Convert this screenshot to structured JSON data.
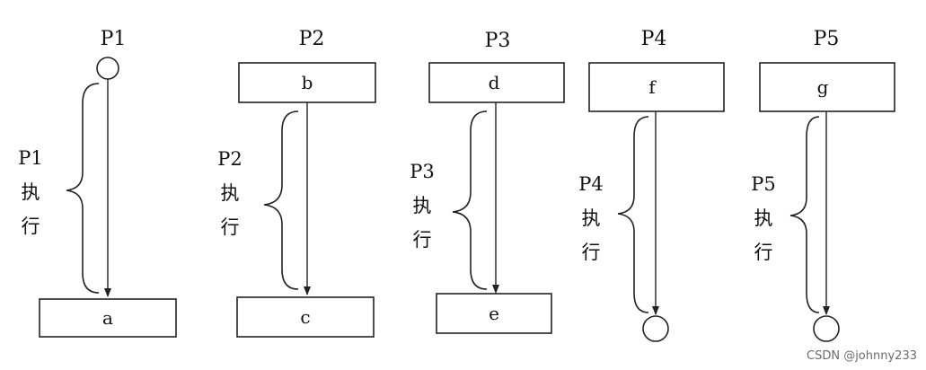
{
  "diagram": {
    "processes": [
      {
        "id": "p1",
        "title": "P1",
        "source": {
          "shape": "circle",
          "label": ""
        },
        "target": {
          "shape": "box",
          "label": "a"
        },
        "exec_label": [
          "P1",
          "执",
          "行"
        ]
      },
      {
        "id": "p2",
        "title": "P2",
        "source": {
          "shape": "box",
          "label": "b"
        },
        "target": {
          "shape": "box",
          "label": "c"
        },
        "exec_label": [
          "P2",
          "执",
          "行"
        ]
      },
      {
        "id": "p3",
        "title": "P3",
        "source": {
          "shape": "box",
          "label": "d"
        },
        "target": {
          "shape": "box",
          "label": "e"
        },
        "exec_label": [
          "P3",
          "执",
          "行"
        ]
      },
      {
        "id": "p4",
        "title": "P4",
        "source": {
          "shape": "box",
          "label": "f"
        },
        "target": {
          "shape": "circle",
          "label": ""
        },
        "exec_label": [
          "P4",
          "执",
          "行"
        ]
      },
      {
        "id": "p5",
        "title": "P5",
        "source": {
          "shape": "box",
          "label": "g"
        },
        "target": {
          "shape": "circle",
          "label": ""
        },
        "exec_label": [
          "P5",
          "执",
          "行"
        ]
      }
    ]
  },
  "watermark": "CSDN @johnny233"
}
